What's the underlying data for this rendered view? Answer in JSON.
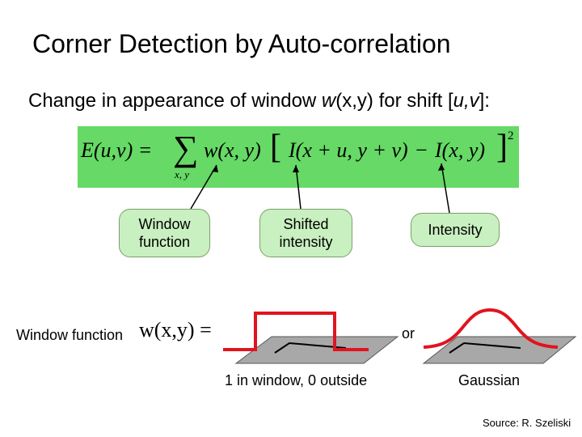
{
  "title": "Corner Detection by Auto-correlation",
  "subtitle": {
    "prefix": "Change in appearance of window ",
    "w": "w",
    "args": "(x,y)",
    "middle": " for shift [",
    "uv": "u,v",
    "suffix": "]:"
  },
  "equation": {
    "lhs": "E(u,v) =",
    "sum": "∑",
    "sum_sub": "x, y",
    "window": "w(x, y)",
    "bracket_open": "[",
    "shifted": "I(x + u, y + v)",
    "minus": "−",
    "intensity": "I(x, y)",
    "bracket_close": "]",
    "power": "2"
  },
  "callouts": {
    "window": [
      "Window",
      "function"
    ],
    "shifted": [
      "Shifted",
      "intensity"
    ],
    "intensity": "Intensity"
  },
  "window_function": {
    "label": "Window function",
    "expr": "w(x,y) =",
    "or": "or",
    "box_caption": "1 in window, 0 outside",
    "gaussian_caption": "Gaussian"
  },
  "source": "Source: R. Szeliski",
  "colors": {
    "equation_bg": "#66d966",
    "callout_bg": "#c9f0c0",
    "curve": "#e0141e",
    "plane": "#a8a8a8"
  }
}
